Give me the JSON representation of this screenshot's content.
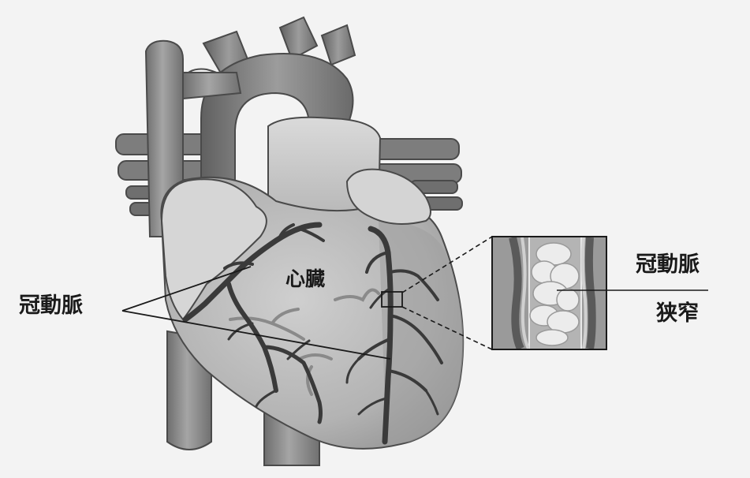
{
  "labels": {
    "heart": "心臓",
    "coronary_artery_left": "冠動脈",
    "coronary_artery_right": "冠動脈",
    "stenosis": "狭窄"
  },
  "colors": {
    "background": "#f3f3f3",
    "vessel_dark": "#7b7b7b",
    "vessel_mid": "#9a9a9a",
    "heart_body": "#b9b9b9",
    "atrium": "#d4d4d4",
    "coronary": "#3d3d3d",
    "branch_light": "#8a8a8a",
    "plaque": "#e6e6e6"
  }
}
